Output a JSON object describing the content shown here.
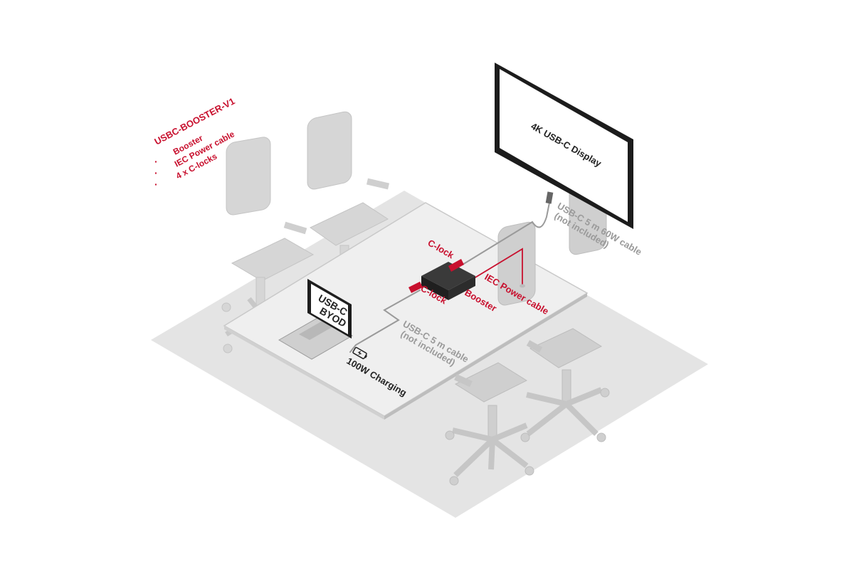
{
  "product": {
    "model": "USBC-BOOSTER-V1",
    "contents": [
      "Booster",
      "IEC Power cable",
      "4 x C-locks"
    ],
    "bullet": "·"
  },
  "display": {
    "label": "4K USB-C Display"
  },
  "laptop": {
    "line1": "USB-C",
    "line2": "BYOD"
  },
  "labels": {
    "clock_top": "C-lock",
    "clock_bottom": "C-lock",
    "booster": "Booster",
    "iec_power_cable": "IEC Power cable",
    "display_cable_line1": "USB-C 5 m 60W cable",
    "display_cable_line2": "(not included)",
    "laptop_cable_line1": "USB-C 5 m cable",
    "laptop_cable_line2": "(not included)",
    "charging": "100W Charging"
  },
  "colors": {
    "accent_red": "#c8102e",
    "cable_gray": "#9a9a9a",
    "floor_gray": "#e3e3e3",
    "table_gray": "#eeeeee",
    "chair_gray": "#d3d3d3"
  }
}
